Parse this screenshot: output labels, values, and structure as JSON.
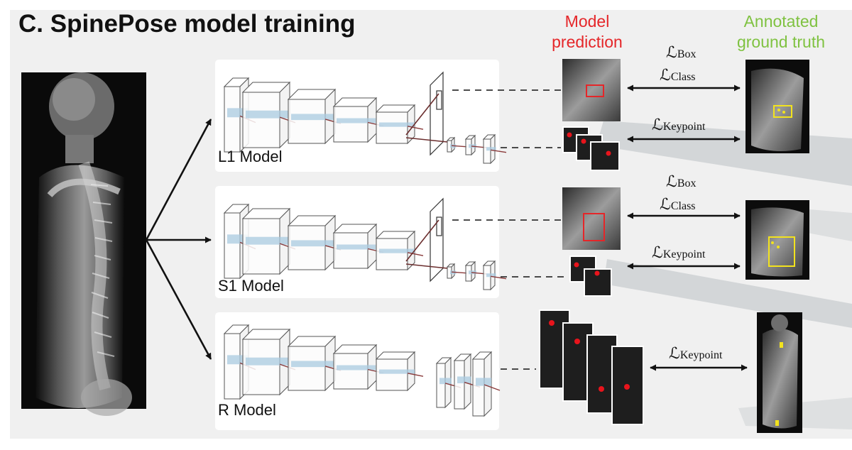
{
  "title": "C. SpinePose model training",
  "headers": {
    "prediction": [
      "Model",
      "prediction"
    ],
    "ground_truth": [
      "Annotated",
      "ground truth"
    ]
  },
  "models": [
    {
      "label": "L1 Model"
    },
    {
      "label": "S1 Model"
    },
    {
      "label": "R Model"
    }
  ],
  "loss_symbol": "ℒ",
  "losses": {
    "box": "Box",
    "class": "Class",
    "keypoint": "Keypoint"
  },
  "colors": {
    "prediction": "#e52629",
    "ground_truth": "#7fc241",
    "box_annotation": "#f2e21e",
    "keypoint_pred": "#e8141c"
  }
}
